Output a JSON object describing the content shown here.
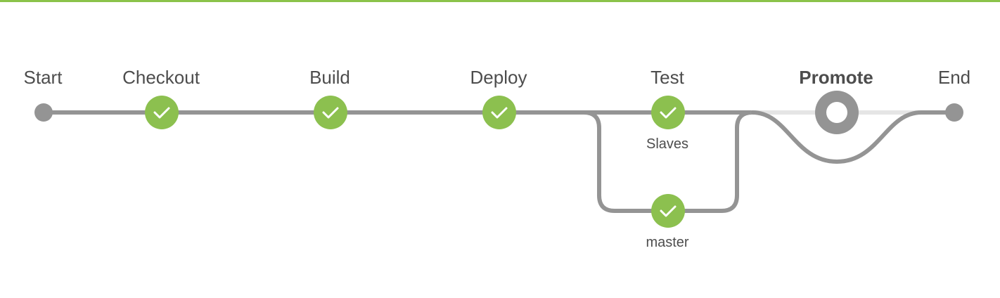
{
  "colors": {
    "accent": "#8bc34a",
    "success": "#8cc04f",
    "track": "#949494",
    "track_faded": "#e5e5e5",
    "text": "#4d4d4d"
  },
  "stages": {
    "start": "Start",
    "checkout": "Checkout",
    "build": "Build",
    "deploy": "Deploy",
    "test": "Test",
    "promote": "Promote",
    "end": "End"
  },
  "branches": {
    "slaves": "Slaves",
    "master": "master"
  },
  "status": {
    "checkout": "success",
    "build": "success",
    "deploy": "success",
    "test_slaves": "success",
    "test_master": "success",
    "promote": "pending"
  },
  "icons": {
    "success": "check-icon",
    "pending": "ring-icon",
    "terminal": "dot-icon"
  }
}
